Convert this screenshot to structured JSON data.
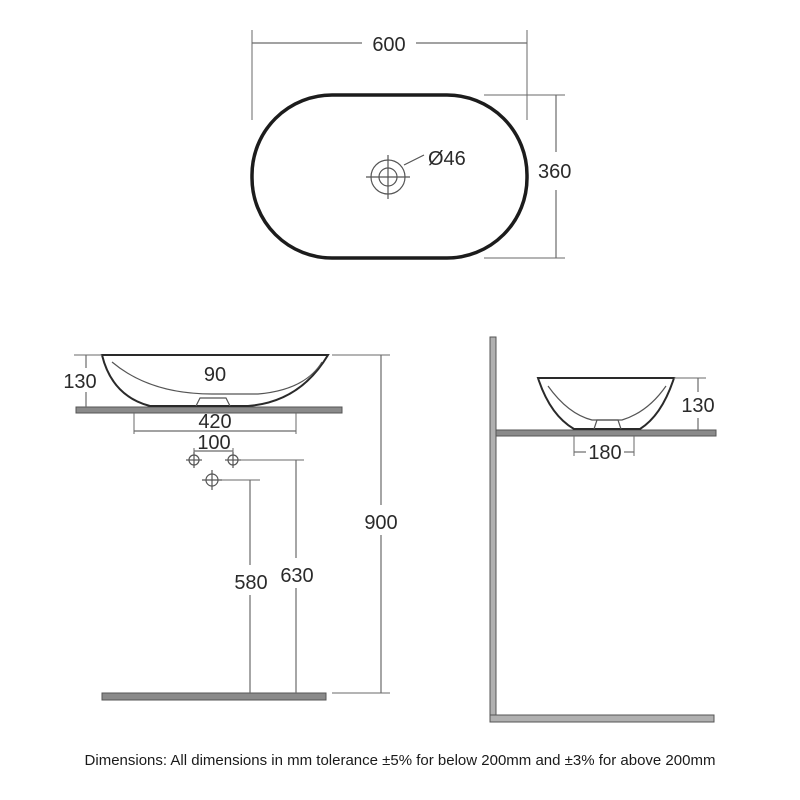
{
  "plan_view": {
    "width_label": "600",
    "depth_label": "360",
    "waste_diameter_label": "Ø46"
  },
  "front_view": {
    "height_label": "130",
    "waste_label": "90",
    "base_width_label": "420",
    "tap_spacing_label": "100",
    "waste_height_label": "580",
    "supply_height_label": "630",
    "counter_height_label": "900"
  },
  "side_view": {
    "height_label": "130",
    "base_depth_label": "180"
  },
  "footer": {
    "note": "Dimensions: All dimensions in mm tolerance ±5% for below 200mm and ±3% for above 200mm"
  }
}
